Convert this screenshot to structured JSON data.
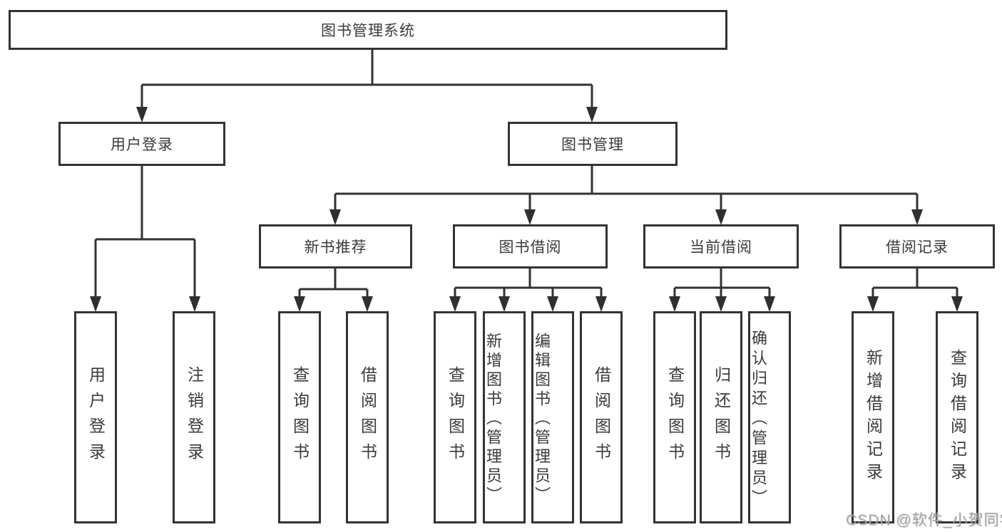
{
  "tree": {
    "root": {
      "label": "图书管理系统"
    },
    "branches": [
      {
        "label": "用户登录",
        "children": [
          {
            "label": "用户登录"
          },
          {
            "label": "注销登录"
          }
        ]
      },
      {
        "label": "图书管理",
        "children": [
          {
            "label": "新书推荐",
            "children": [
              {
                "label": "查询图书"
              },
              {
                "label": "借阅图书"
              }
            ]
          },
          {
            "label": "图书借阅",
            "children": [
              {
                "label": "查询图书"
              },
              {
                "label": "新增图书（管理员）"
              },
              {
                "label": "编辑图书（管理员）"
              },
              {
                "label": "借阅图书"
              }
            ]
          },
          {
            "label": "当前借阅",
            "children": [
              {
                "label": "查询图书"
              },
              {
                "label": "归还图书"
              },
              {
                "label": "确认归还（管理员）"
              }
            ]
          },
          {
            "label": "借阅记录",
            "children": [
              {
                "label": "新增借阅记录"
              },
              {
                "label": "查询借阅记录"
              }
            ]
          }
        ]
      }
    ]
  },
  "watermark": {
    "text": "CSDN @软件_小贺同学"
  },
  "colors": {
    "line": "#333333",
    "arrow": "#2f2f2f",
    "text": "#3a3a3a",
    "watermark": "#a6a6a6",
    "background": "#ffffff"
  }
}
